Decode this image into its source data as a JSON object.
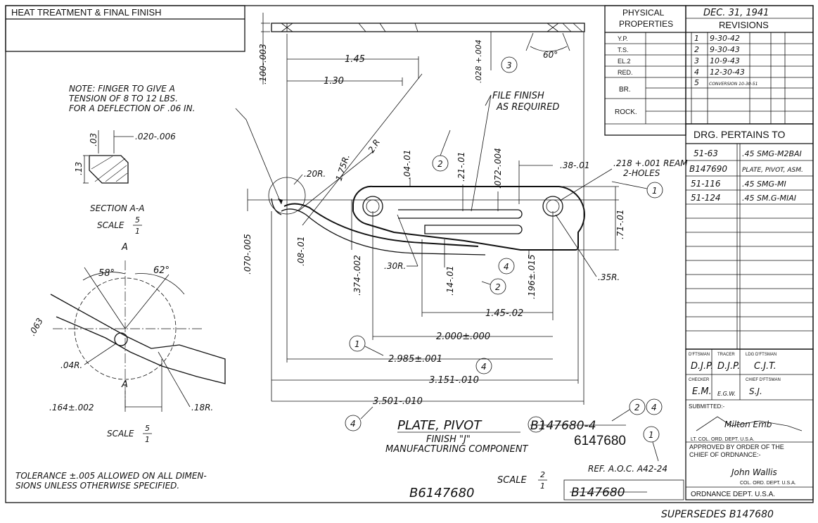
{
  "heat_block": {
    "title": "HEAT TREATMENT & FINAL FINISH"
  },
  "note": {
    "line1": "NOTE: FINGER TO GIVE A",
    "line2": "TENSION OF 8 TO 12 LBS.",
    "line3": "FOR A DEFLECTION OF .06 IN."
  },
  "section_aa": {
    "dim_03": ".03",
    "dim_020": ".020-.006",
    "dim_13": ".13",
    "title": "SECTION A-A",
    "scale_word": "SCALE",
    "scale_num": "5",
    "scale_den": "1"
  },
  "detail_view": {
    "angle_58": "58°",
    "angle_62": "62°",
    "dim_063": ".063",
    "radius_04": ".04R.",
    "label_a_top": "A",
    "label_a_bottom": "A",
    "dim_164": ".164±.002",
    "radius_18": ".18R.",
    "scale_word": "SCALE",
    "scale_num": "5",
    "scale_den": "1"
  },
  "tolerance_note": {
    "line1": "TOLERANCE ±.005 ALLOWED ON ALL DIMEN-",
    "line2": "SIONS UNLESS OTHERWISE SPECIFIED."
  },
  "main_view": {
    "dim_100": ".100-.003",
    "dim_145_top": "1.45",
    "dim_130": "1.30",
    "dim_028": ".028 +.004",
    "angle_60": "60°",
    "file_finish_1": "FILE FINISH",
    "file_finish_2": "AS REQUIRED",
    "radius_20": ".20R.",
    "radius_175": "1.75R.",
    "radius_2": "2.R",
    "dim_04": ".04-.01",
    "dim_21": ".21-.01",
    "dim_072": ".072-.004",
    "dim_38": ".38-.01",
    "ream_1": ".218 +.001 REAM",
    "ream_2": "2-HOLES",
    "dim_070": ".070-.005",
    "dim_08": ".08-.01",
    "dim_374": ".374-.002",
    "radius_30": ".30R.",
    "dim_14": ".14-.01",
    "dim_196": ".196±.015",
    "radius_35": ".35R.",
    "dim_71": ".71-.01",
    "dim_145_bottom": "1.45-.02",
    "dim_2000": "2.000±.000",
    "dim_2985": "2.985±.001",
    "dim_3151": "3.151-.010",
    "dim_3501": "3.501-.010"
  },
  "callouts": {
    "c1a": "1",
    "c2a": "2",
    "c2b": "2",
    "c3": "3",
    "c4a": "4",
    "c1b": "1",
    "c4b": "4",
    "c4c": "4",
    "c2c": "2",
    "c4d": "4",
    "c1c": "1",
    "c1d": "1"
  },
  "title_block": {
    "part_name": "PLATE, PIVOT",
    "old_number_struck": "B147680-4",
    "finish": "FINISH \"J\"",
    "category": "MANUFACTURING COMPONENT",
    "number": "6147680",
    "ref": "REF. A.O.C. A42-24",
    "scale_word": "SCALE",
    "scale_num": "2",
    "scale_den": "1",
    "drawing_number": "B6147680",
    "old_box_number": "B147680",
    "supersedes": "SUPERSEDES B147680"
  },
  "properties_table": {
    "header_1": "PHYSICAL",
    "header_2": "PROPERTIES",
    "rows": [
      "Y.P.",
      "T.S.",
      "EL.2",
      "RED.",
      "BR.",
      "ROCK."
    ]
  },
  "revisions_table": {
    "date": "DEC. 31, 1941",
    "header": "REVISIONS",
    "rows": [
      {
        "num": "1",
        "date": "9-30-42"
      },
      {
        "num": "2",
        "date": "9-30-43"
      },
      {
        "num": "3",
        "date": "10-9-43"
      },
      {
        "num": "4",
        "date": "12-30-43"
      },
      {
        "num": "5",
        "date": "CONVERSION 10-30-51"
      }
    ]
  },
  "drg_table": {
    "header": "DRG. PERTAINS TO",
    "rows": [
      {
        "drg": "51-63",
        "item": ".45 SMG-M2BAI"
      },
      {
        "drg": "B147690",
        "item": "PLATE, PIVOT, ASM."
      },
      {
        "drg": "51-116",
        "item": ".45 SMG-MI"
      },
      {
        "drg": "51-124",
        "item": ".45 SM.G-MIAI"
      }
    ]
  },
  "signatures": {
    "draftsman_label": "D'FTSMAN",
    "tracer_label": "TRACER",
    "ldg_label": "LDG D'FTSMAN",
    "draftsman": "D.J.P.",
    "tracer": "D.J.P.",
    "ldg": "C.J.T.",
    "checker_label": "CHECKER",
    "chief_label": "CHIEF D'FTSMAN",
    "checker": "E.M.",
    "checker_2": "E.G.W.",
    "chief": "S.J.",
    "submitted_label": "SUBMITTED:-",
    "submitted_sig": "Milton Emb",
    "submitted_title": "LT. COL. ORD. DEPT. U.S.A.",
    "approved_1": "APPROVED BY ORDER OF THE",
    "approved_2": "CHIEF OF ORDNANCE:-",
    "approved_sig": "John Wallis",
    "approved_title": "COL. ORD. DEPT. U.S.A.",
    "dept": "ORDNANCE DEPT. U.S.A."
  }
}
